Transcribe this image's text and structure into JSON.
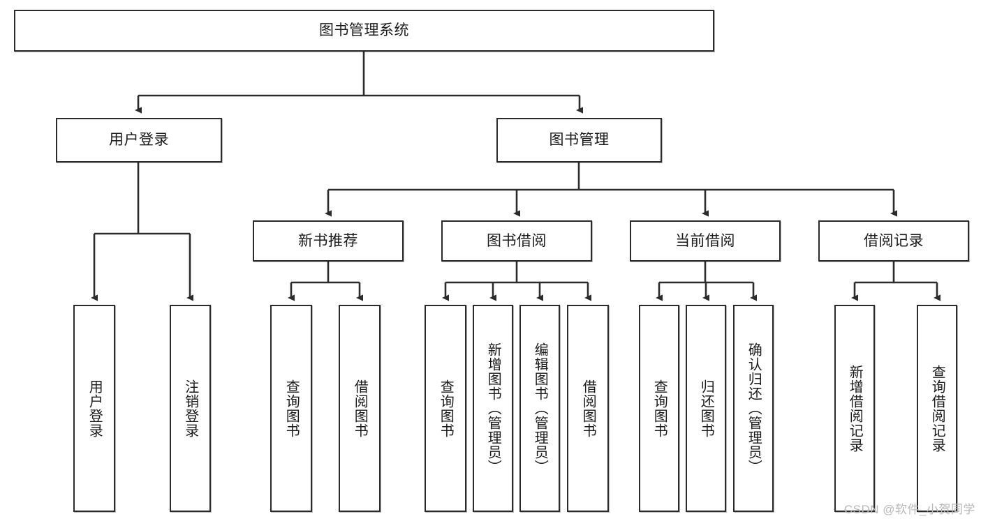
{
  "diagram": {
    "title": "图书管理系统",
    "type": "tree-hierarchy",
    "root": {
      "id": "root",
      "label": "图书管理系统"
    },
    "level2": [
      {
        "id": "user-login",
        "label": "用户登录"
      },
      {
        "id": "book-manage",
        "label": "图书管理"
      }
    ],
    "level3": [
      {
        "id": "new-book-rec",
        "label": "新书推荐",
        "parent": "book-manage"
      },
      {
        "id": "book-borrow",
        "label": "图书借阅",
        "parent": "book-manage"
      },
      {
        "id": "current-borrow",
        "label": "当前借阅",
        "parent": "book-manage"
      },
      {
        "id": "borrow-record",
        "label": "借阅记录",
        "parent": "book-manage"
      }
    ],
    "leaves": [
      {
        "id": "leaf-user-login",
        "label": "用户登录",
        "parent": "user-login"
      },
      {
        "id": "leaf-user-logout",
        "label": "注销登录",
        "parent": "user-login"
      },
      {
        "id": "leaf-query-book-1",
        "label": "查询图书",
        "parent": "new-book-rec"
      },
      {
        "id": "leaf-borrow-book-1",
        "label": "借阅图书",
        "parent": "new-book-rec"
      },
      {
        "id": "leaf-query-book-2",
        "label": "查询图书",
        "parent": "book-borrow"
      },
      {
        "id": "leaf-add-book",
        "label": "新增图书（管理员）",
        "parent": "book-borrow"
      },
      {
        "id": "leaf-edit-book",
        "label": "编辑图书（管理员）",
        "parent": "book-borrow"
      },
      {
        "id": "leaf-borrow-book-2",
        "label": "借阅图书",
        "parent": "book-borrow"
      },
      {
        "id": "leaf-query-book-3",
        "label": "查询图书",
        "parent": "current-borrow"
      },
      {
        "id": "leaf-return-book",
        "label": "归还图书",
        "parent": "current-borrow"
      },
      {
        "id": "leaf-confirm-return",
        "label": "确认归还（管理员）",
        "parent": "current-borrow"
      },
      {
        "id": "leaf-add-record",
        "label": "新增借阅记录",
        "parent": "borrow-record"
      },
      {
        "id": "leaf-query-record",
        "label": "查询借阅记录",
        "parent": "borrow-record"
      }
    ]
  },
  "watermark": {
    "text": "CSDN @软件_小贺同学"
  },
  "colors": {
    "stroke": "#2b2b2b",
    "fill": "#ffffff",
    "text": "#1a1a1a",
    "watermark": "#b9b9b9"
  }
}
